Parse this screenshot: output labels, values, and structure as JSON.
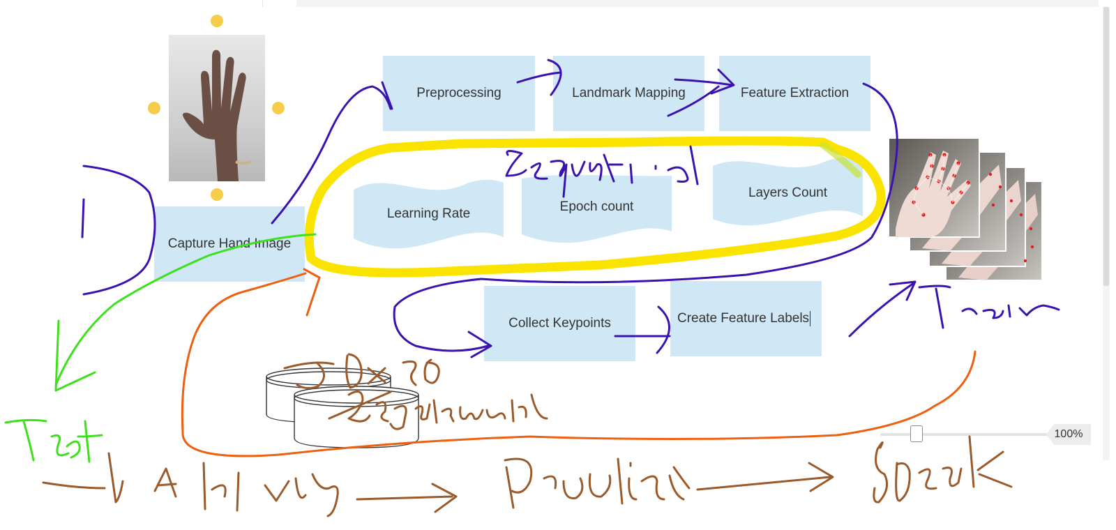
{
  "boxes": {
    "capture": "Capture Hand Image",
    "preprocessing": "Preprocessing",
    "landmark": "Landmark Mapping",
    "feature_extraction": "Feature Extraction",
    "collect": "Collect Keypoints",
    "labels": "Create Feature Labels"
  },
  "params": {
    "learning_rate": "Learning Rate",
    "epoch": "Epoch count",
    "layers": "Layers Count"
  },
  "zoom": {
    "label": "100%",
    "level": 1.0
  },
  "colors": {
    "box_fill": "#d0e7f5",
    "ink_purple": "#3a12b0",
    "ink_yellow": "#fbe300",
    "ink_green": "#3ee01c",
    "ink_orange": "#ee5f10",
    "ink_brown": "#9a5a2a",
    "handle": "#f6cd4a"
  },
  "icons": [
    "hand-photo",
    "landmark-photo-stack",
    "database-icon"
  ]
}
